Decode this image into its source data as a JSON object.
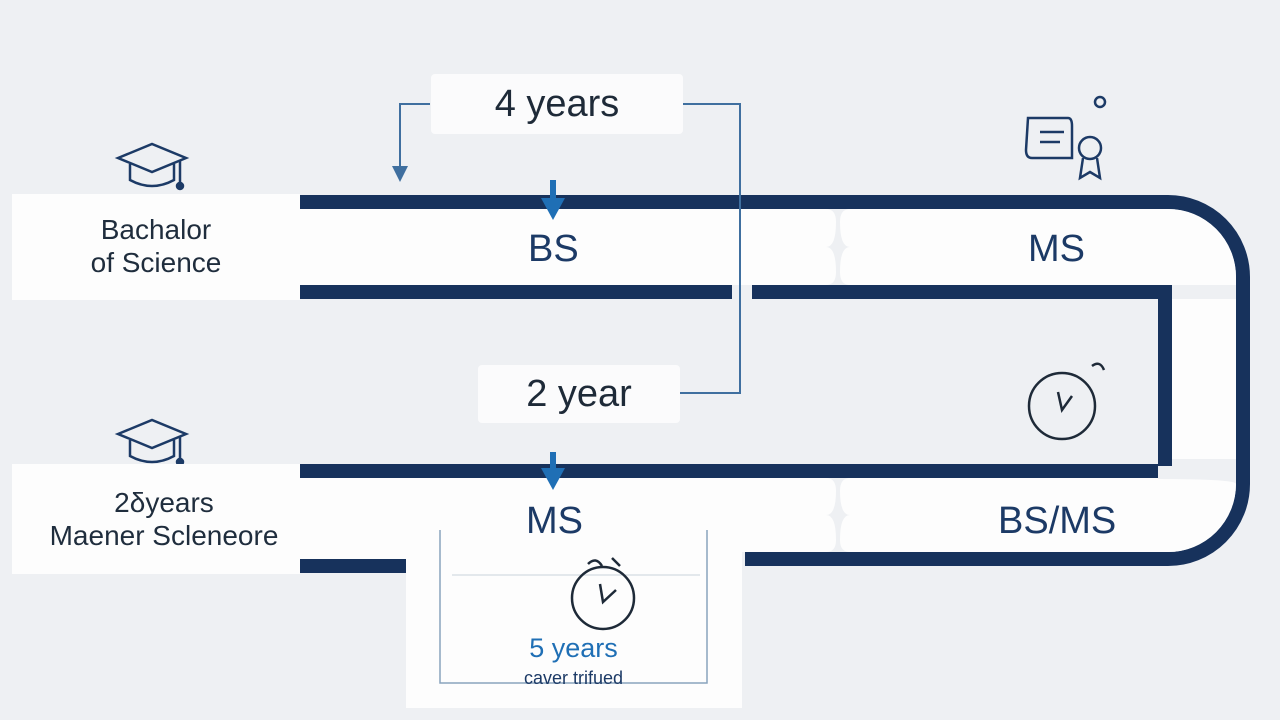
{
  "colors": {
    "background": "#eef0f3",
    "track": "#17325c",
    "accent": "#1f6fb5",
    "connector": "#3f6f9f",
    "text": "#1f2d3d"
  },
  "labels": {
    "top_chip": "4 years",
    "middle_chip": "2 year",
    "bottom_duration": "5 years",
    "bottom_caption": "caver trifued"
  },
  "rows": [
    {
      "icon": "graduation-cap-icon",
      "side_label": [
        "Bachalor",
        "of Science"
      ],
      "track_left": "BS",
      "track_right": "MS"
    },
    {
      "icon": "graduation-cap-icon",
      "side_label": [
        "2δyears",
        "Maener Scleneore"
      ],
      "track_left": "MS",
      "track_right": "BS/MS"
    }
  ],
  "icons": {
    "top_right": "certificate-icon",
    "middle_right": "clock-icon",
    "bottom_center": "stopwatch-icon",
    "arrows": "arrow-down-icon"
  }
}
